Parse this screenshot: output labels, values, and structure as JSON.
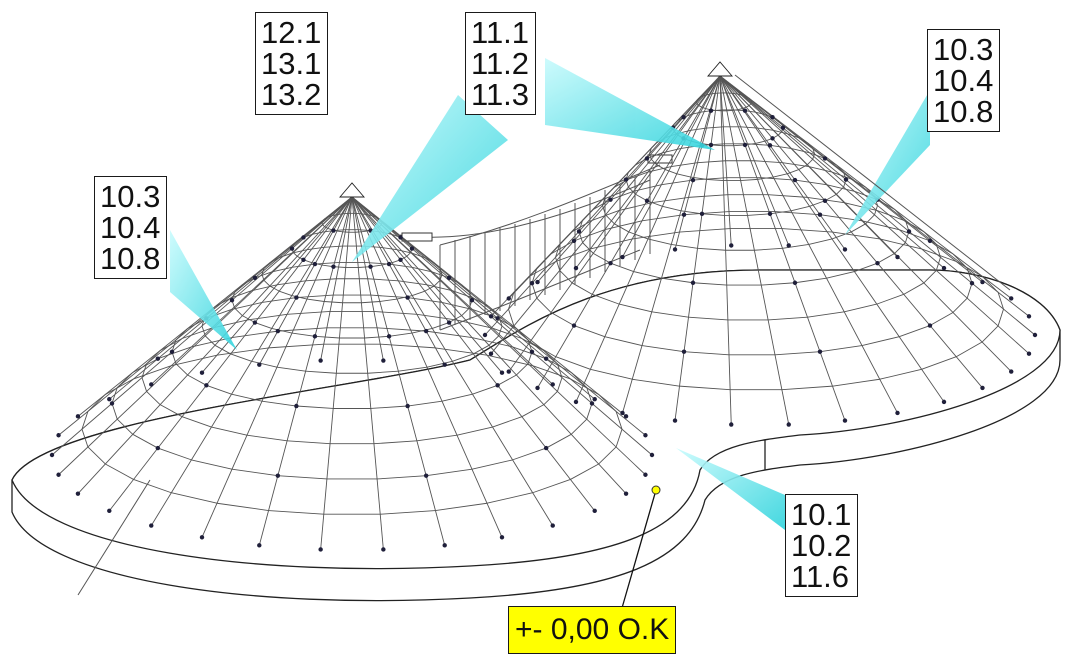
{
  "callouts": {
    "top_left": {
      "lines": [
        "12.1",
        "13.1",
        "13.2"
      ]
    },
    "top_center": {
      "lines": [
        "11.1",
        "11.2",
        "11.3"
      ]
    },
    "top_right": {
      "lines": [
        "10.3",
        "10.4",
        "10.8"
      ]
    },
    "left": {
      "lines": [
        "10.3",
        "10.4",
        "10.8"
      ]
    },
    "bottom_right": {
      "lines": [
        "10.1",
        "10.2",
        "11.6"
      ]
    }
  },
  "level_marker": {
    "label": "+- 0,00  O.K"
  },
  "colors": {
    "leader": "#7de8ec",
    "marker_fill": "#ffff00",
    "net_line": "#555555",
    "fitting": "#1f1f3a"
  }
}
